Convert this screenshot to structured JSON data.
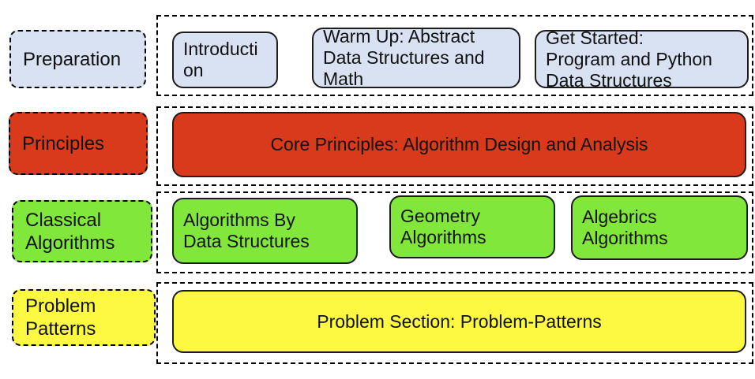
{
  "colors": {
    "preparation": "#d9e2f3",
    "principles": "#d93a1c",
    "classical": "#82e73b",
    "patterns": "#fdf943",
    "outline": "#1c1c1c"
  },
  "rows": [
    {
      "label": "Preparation",
      "color": "#d9e2f3",
      "boxes": [
        {
          "label": "Introduction"
        },
        {
          "label": "Warm Up: Abstract Data Structures and Math"
        },
        {
          "label": "Get Started: Program and Python Data Structures"
        }
      ]
    },
    {
      "label": "Principles",
      "color": "#d93a1c",
      "boxes": [
        {
          "label": "Core Principles: Algorithm Design and Analysis"
        }
      ]
    },
    {
      "label": "Classical Algorithms",
      "color": "#82e73b",
      "boxes": [
        {
          "label": "Algorithms By Data Structures"
        },
        {
          "label": "Geometry Algorithms"
        },
        {
          "label": "Algebrics Algorithms"
        }
      ]
    },
    {
      "label": "Problem Patterns",
      "color": "#fdf943",
      "boxes": [
        {
          "label": "Problem Section: Problem-Patterns"
        }
      ]
    }
  ]
}
